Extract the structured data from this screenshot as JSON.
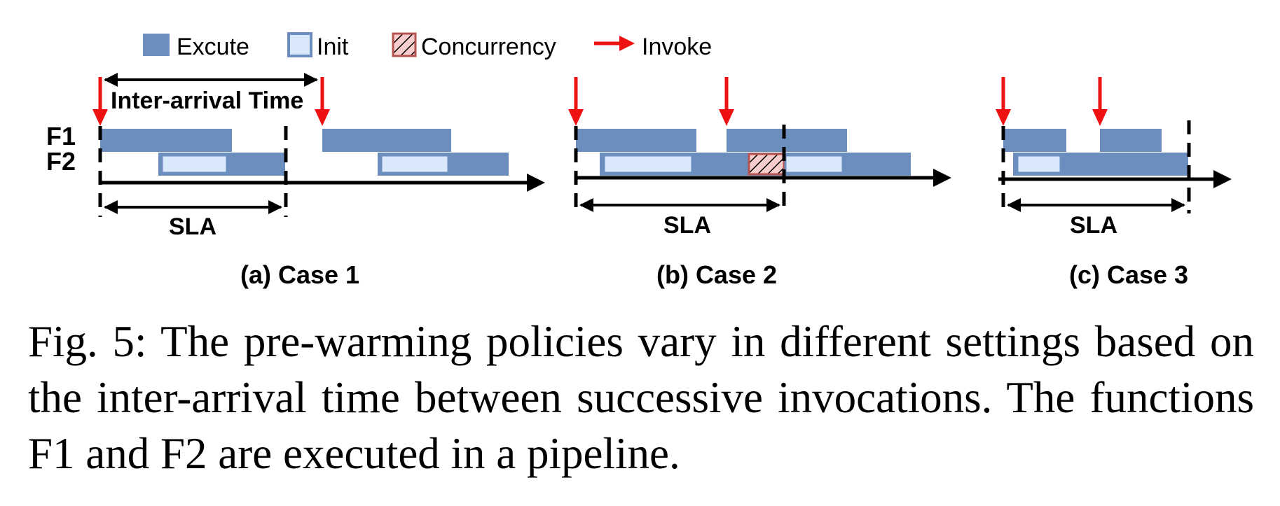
{
  "legend": {
    "execute": "Excute",
    "init": "Init",
    "concurrency": "Concurrency",
    "invoke": "Invoke"
  },
  "colors": {
    "execute": "#6c8ebf",
    "init": "#dae8fc",
    "concurrency": "#f8cecc",
    "invoke": "#ee1111"
  },
  "labels": {
    "f1": "F1",
    "f2": "F2",
    "inter_arrival": "Inter-arrival Time",
    "sla": "SLA"
  },
  "cases": [
    {
      "caption": "(a) Case 1"
    },
    {
      "caption": "(b) Case 2"
    },
    {
      "caption": "(c) Case 3"
    }
  ],
  "caption": "Fig. 5: The pre-warming policies vary in different settings based on the inter-arrival time between successive invocations. The functions F1 and F2 are executed in a pipeline."
}
